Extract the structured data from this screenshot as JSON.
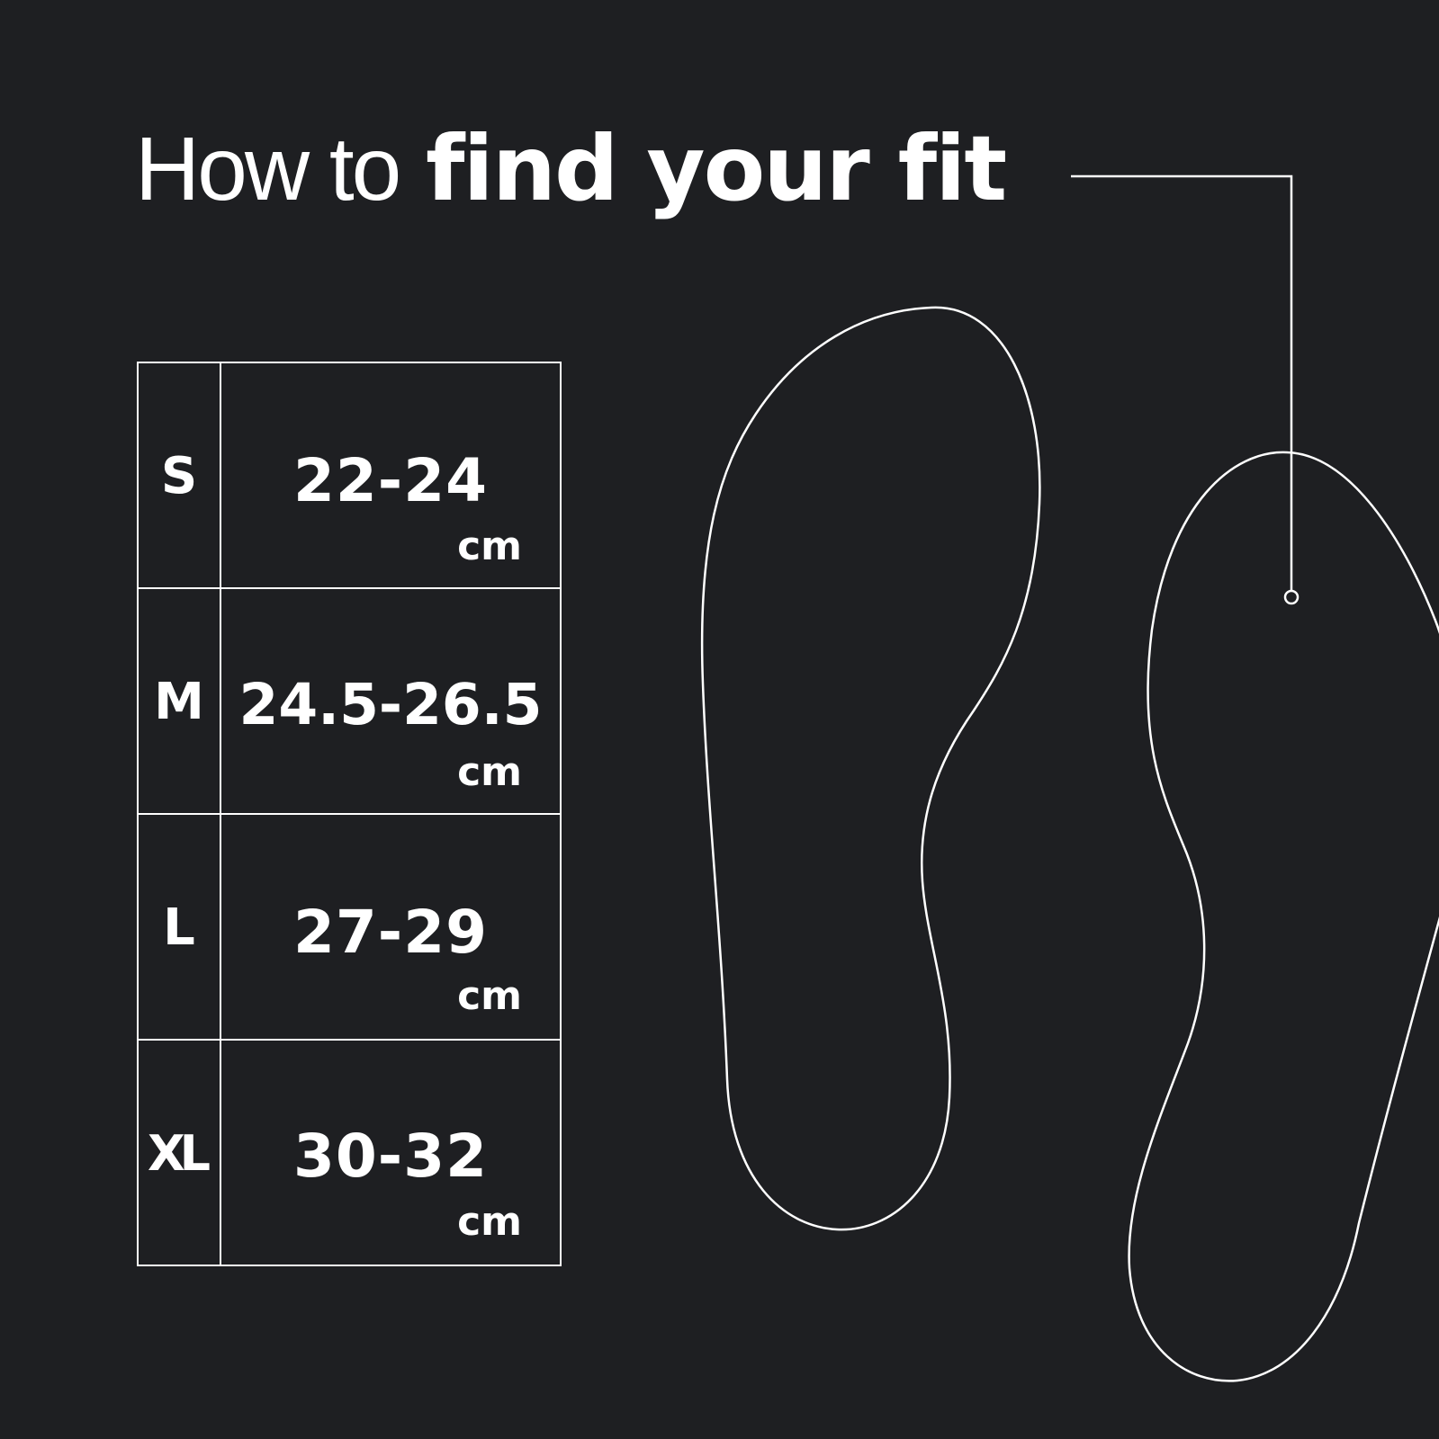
{
  "title": {
    "light": "How to",
    "bold": "find your fit"
  },
  "size_chart": {
    "rows": [
      {
        "size": "S",
        "range": "22-24",
        "unit": "cm"
      },
      {
        "size": "M",
        "range": "24.5-26.5",
        "unit": "cm"
      },
      {
        "size": "L",
        "range": "27-29",
        "unit": "cm"
      },
      {
        "size": "XL",
        "range": "30-32",
        "unit": "cm"
      }
    ]
  },
  "colors": {
    "background": "#1e1f22",
    "foreground": "#ffffff"
  },
  "icons": [
    "left-foot-outline-icon",
    "right-foot-outline-icon",
    "measure-pointer-icon"
  ]
}
